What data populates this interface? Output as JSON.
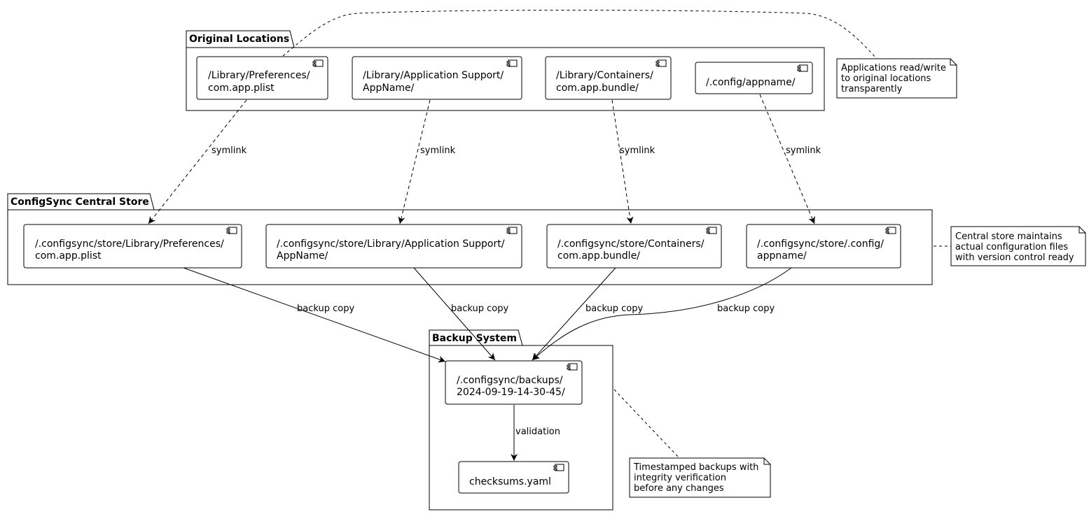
{
  "packages": {
    "original": {
      "title": "Original Locations"
    },
    "central": {
      "title": "ConfigSync Central Store"
    },
    "backup": {
      "title": "Backup System"
    }
  },
  "original_components": [
    {
      "lines": [
        "/Library/Preferences/",
        "com.app.plist"
      ]
    },
    {
      "lines": [
        "/Library/Application Support/",
        "AppName/"
      ]
    },
    {
      "lines": [
        "/Library/Containers/",
        "com.app.bundle/"
      ]
    },
    {
      "lines": [
        "/.config/appname/"
      ]
    }
  ],
  "central_components": [
    {
      "lines": [
        "/.configsync/store/Library/Preferences/",
        "com.app.plist"
      ]
    },
    {
      "lines": [
        "/.configsync/store/Library/Application Support/",
        "AppName/"
      ]
    },
    {
      "lines": [
        "/.configsync/store/Containers/",
        "com.app.bundle/"
      ]
    },
    {
      "lines": [
        "/.configsync/store/.config/",
        "appname/"
      ]
    }
  ],
  "backup_components": [
    {
      "lines": [
        "/.configsync/backups/",
        "2024-09-19-14-30-45/"
      ]
    },
    {
      "lines": [
        "checksums.yaml"
      ]
    }
  ],
  "edge_labels": {
    "symlink": "symlink",
    "backup_copy": "backup copy",
    "validation": "validation"
  },
  "notes": {
    "original": [
      "Applications read/write",
      "to original locations",
      "transparently"
    ],
    "central": [
      "Central store maintains",
      "actual configuration files",
      "with version control ready"
    ],
    "backup": [
      "Timestamped backups with",
      "integrity verification",
      "before any changes"
    ]
  }
}
